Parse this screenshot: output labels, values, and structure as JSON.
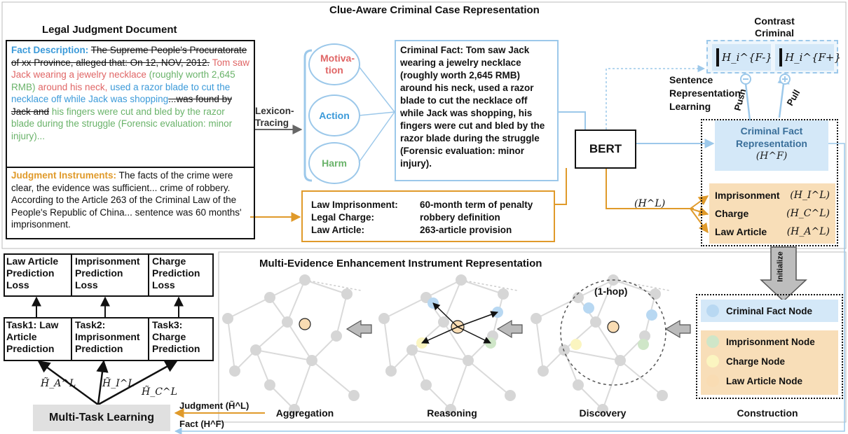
{
  "main_title": "Clue-Aware Criminal Case Representation",
  "legal_doc": {
    "title": "Legal Judgment Document",
    "fact_label": "Fact Description:",
    "fact_strike1": "The Supreme People's Procuratorate of xx Province, alleged that: On 12, NOV, 2012.",
    "fact_red1": "Tom saw Jack wearing a jewelry necklace",
    "fact_green1": "(roughly worth 2,645 RMB)",
    "fact_red2": "around his neck,",
    "fact_blue1": "used a razor blade to cut the necklace off while Jack was shopping",
    "fact_strike2": "...was found by Jack and",
    "fact_green2": "his fingers were cut and bled by the razor blade during the struggle (Forensic evaluation: minor injury)...",
    "judg_label": "Judgment Instruments:",
    "judg_text": "The facts of the crime were clear, the evidence was sufficient... crime of robbery. According to the Article 263 of the Criminal Law of the People's Republic of China... sentence was 60 months' imprisonment."
  },
  "lexicon_label": "Lexicon-Tracing",
  "clues": {
    "motivation": "Motiva-tion",
    "action": "Action",
    "harm": "Harm"
  },
  "criminal_fact_text": "Criminal Fact: Tom saw Jack wearing a jewelry necklace (roughly worth 2,645 RMB) around his neck, used a razor blade to cut the necklace off while Jack was shopping, his fingers were cut and bled by the razor blade during the struggle (Forensic evaluation: minor injury).",
  "law_box": {
    "k1": "Law Imprisonment:",
    "v1": "60-month term of penalty",
    "k2": "Legal Charge:",
    "v2": "robbery definition",
    "k3": "Law Article:",
    "v3": "263-article provision"
  },
  "bert": "BERT",
  "contrast_title": "Contrast Criminal Case Pair",
  "neg_label": "H_i^{F-}",
  "pos_label": "H_i^{F+}",
  "push": "Push",
  "pull": "Pull",
  "srl": "Sentence Representation Learning",
  "cfr": {
    "line1": "Criminal Fact",
    "line2": "Representation",
    "sym": "(H^F)"
  },
  "hl_label": "(H^L)",
  "label_reps": [
    {
      "name": "Imprisonment",
      "sym": "(H_I^L)"
    },
    {
      "name": "Charge",
      "sym": "(H_C^L)"
    },
    {
      "name": "Law Article",
      "sym": "(H_A^L)"
    }
  ],
  "initialize": "Initialize",
  "multi_title": "Multi-Evidence Enhancement Instrument Representation",
  "hop": "(1-hop)",
  "stages": [
    "Aggregation",
    "Reasoning",
    "Discovery",
    "Construction"
  ],
  "legend": {
    "fact": "Criminal Fact Node",
    "imprison": "Imprisonment Node",
    "charge": "Charge Node",
    "article": "Law Article Node"
  },
  "loss": [
    "Law Article Prediction Loss",
    "Imprisonment Prediction Loss",
    "Charge Prediction Loss"
  ],
  "tasks": [
    "Task1: Law Article Prediction",
    "Task2: Imprisonment Prediction",
    "Task3: Charge Prediction"
  ],
  "tilde_labels": [
    "H̃_A^L",
    "H̃_I^L",
    "H̃_C^L"
  ],
  "mtl": "Multi-Task  Learning",
  "judgment_in": "Judgment (H̃^L)",
  "fact_in": "Fact (H^F)",
  "colors": {
    "blue": "#3b9ad9",
    "orange": "#e09a2a",
    "red": "#e06666",
    "green": "#6ab36a",
    "gray": "#888888"
  }
}
